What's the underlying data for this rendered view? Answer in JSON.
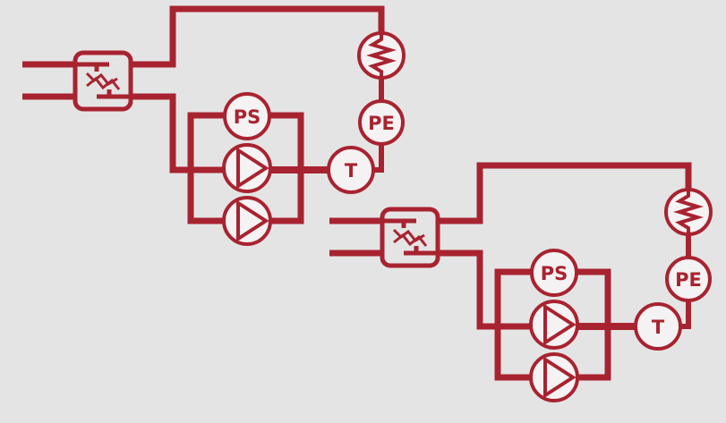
{
  "colors": {
    "pipe": "#a82330",
    "background": "#e4e4e4"
  },
  "circuits": [
    {
      "pressure_switch": "PS",
      "pressure_sensor": "PE",
      "temperature_sensor": "T",
      "icons": [
        "heat-exchanger-icon",
        "heater-icon",
        "pump-icon",
        "pump-icon"
      ]
    },
    {
      "pressure_switch": "PS",
      "pressure_sensor": "PE",
      "temperature_sensor": "T",
      "icons": [
        "heat-exchanger-icon",
        "heater-icon",
        "pump-icon",
        "pump-icon"
      ]
    }
  ]
}
